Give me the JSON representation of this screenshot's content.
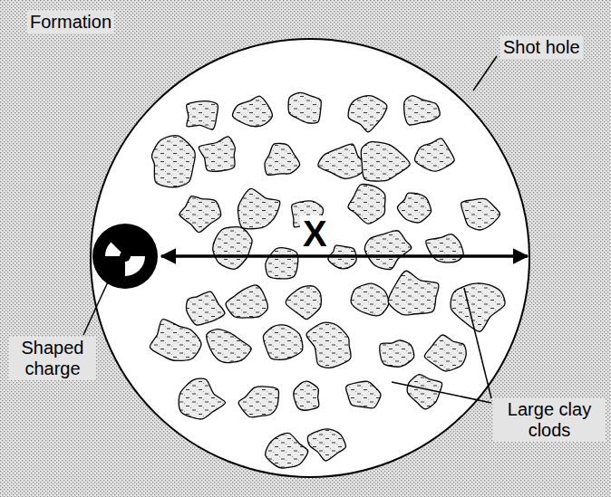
{
  "diagram": {
    "labels": [
      "Formation",
      "Shot hole",
      "X",
      "Shaped charge",
      "Large clay clods"
    ]
  }
}
